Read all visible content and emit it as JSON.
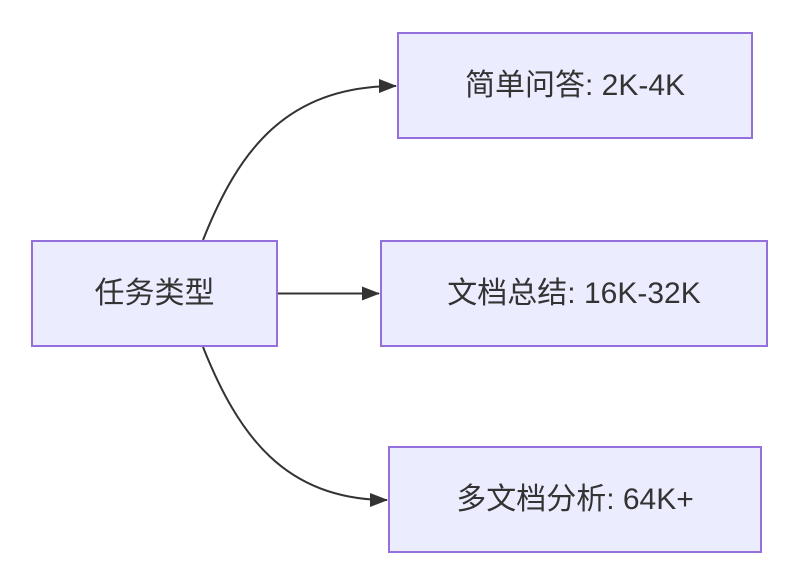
{
  "diagram": {
    "type": "flowchart",
    "direction": "LR",
    "nodes": [
      {
        "id": "root",
        "label": "任务类型"
      },
      {
        "id": "simple-qa",
        "label": "简单问答: 2K-4K"
      },
      {
        "id": "doc-summary",
        "label": "文档总结: 16K-32K"
      },
      {
        "id": "multi-doc",
        "label": "多文档分析: 64K+"
      }
    ],
    "edges": [
      {
        "from": "root",
        "to": "simple-qa"
      },
      {
        "from": "root",
        "to": "doc-summary"
      },
      {
        "from": "root",
        "to": "multi-doc"
      }
    ]
  },
  "colors": {
    "node_fill": "#ECECFF",
    "node_border": "#9370DB",
    "edge_stroke": "#333333",
    "text": "#333333",
    "background": "#FFFFFF"
  }
}
